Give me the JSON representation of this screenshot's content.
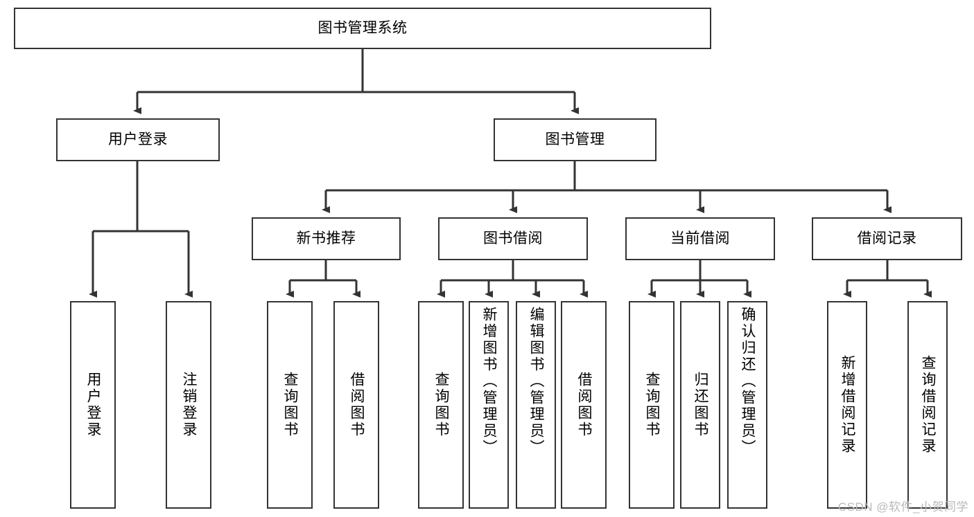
{
  "diagram": {
    "type": "tree-hierarchy",
    "title_node": {
      "label": "图书管理系统"
    },
    "level2": [
      {
        "label": "用户登录"
      },
      {
        "label": "图书管理"
      }
    ],
    "level3": [
      {
        "label": "新书推荐"
      },
      {
        "label": "图书借阅"
      },
      {
        "label": "当前借阅"
      },
      {
        "label": "借阅记录"
      }
    ],
    "leaves": {
      "user_login": [
        {
          "label": "用户登录"
        },
        {
          "label": "注销登录"
        }
      ],
      "new_book_recommend": [
        {
          "label": "查询图书"
        },
        {
          "label": "借阅图书"
        }
      ],
      "book_borrow": [
        {
          "label": "查询图书"
        },
        {
          "label": "新增图书（管理员）"
        },
        {
          "label": "编辑图书（管理员）"
        },
        {
          "label": "借阅图书"
        }
      ],
      "current_borrow": [
        {
          "label": "查询图书"
        },
        {
          "label": "归还图书"
        },
        {
          "label": "确认归还（管理员）"
        }
      ],
      "borrow_record": [
        {
          "label": "新增借阅记录"
        },
        {
          "label": "查询借阅记录"
        }
      ]
    }
  },
  "watermark": {
    "text": "CSDN @软件_小贺同学"
  },
  "colors": {
    "border": "#333333",
    "background": "#ffffff",
    "text": "#000000",
    "watermark": "#b9b9b9"
  }
}
